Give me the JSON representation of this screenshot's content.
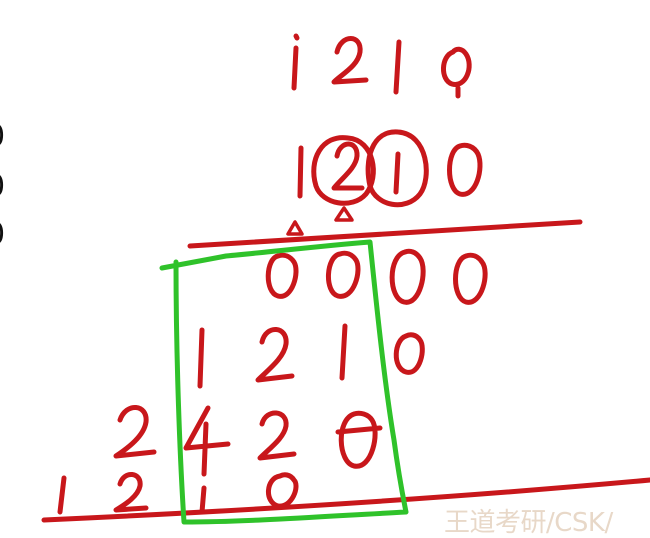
{
  "left_edge_digits": [
    "0",
    "0",
    "0"
  ],
  "watermark": "王道考研/CSK/",
  "colors": {
    "ink": "#c8171b",
    "highlight": "#2fc22a",
    "edge_text": "#111111",
    "watermark": "#e8d8c8",
    "background": "#ffffff"
  },
  "handwriting": {
    "multiplicand": [
      "1",
      "2",
      "1",
      "0"
    ],
    "multiplier": [
      "1",
      "2",
      "1",
      "0"
    ],
    "circled_digits": [
      "2",
      "1"
    ],
    "partial_products": [
      [
        "0",
        "0",
        "0",
        "0"
      ],
      [
        "1",
        "2",
        "1",
        "0"
      ],
      [
        "2",
        "4",
        "2",
        "0"
      ],
      [
        "1",
        "2",
        "1",
        "0"
      ]
    ]
  }
}
